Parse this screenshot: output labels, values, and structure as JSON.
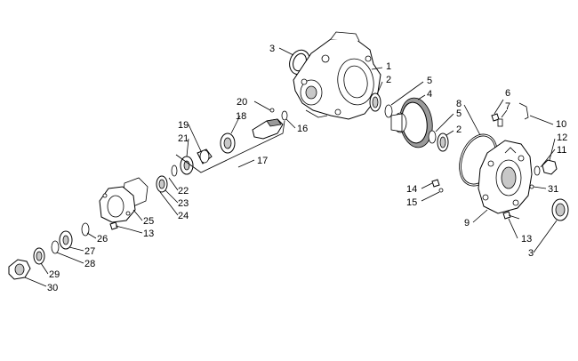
{
  "labels": {
    "l1": "1",
    "l2a": "2",
    "l2b": "2",
    "l3a": "3",
    "l3b": "3",
    "l4": "4",
    "l5a": "5",
    "l5b": "5",
    "l6": "6",
    "l7": "7",
    "l8": "8",
    "l9": "9",
    "l10": "10",
    "l11": "11",
    "l12": "12",
    "l13a": "13",
    "l13b": "13",
    "l14": "14",
    "l15": "15",
    "l16": "16",
    "l17": "17",
    "l18": "18",
    "l19": "19",
    "l20": "20",
    "l21": "21",
    "l22": "22",
    "l23": "23",
    "l24": "24",
    "l25": "25",
    "l26": "26",
    "l27": "27",
    "l28": "28",
    "l29": "29",
    "l30": "30",
    "l31": "31"
  }
}
